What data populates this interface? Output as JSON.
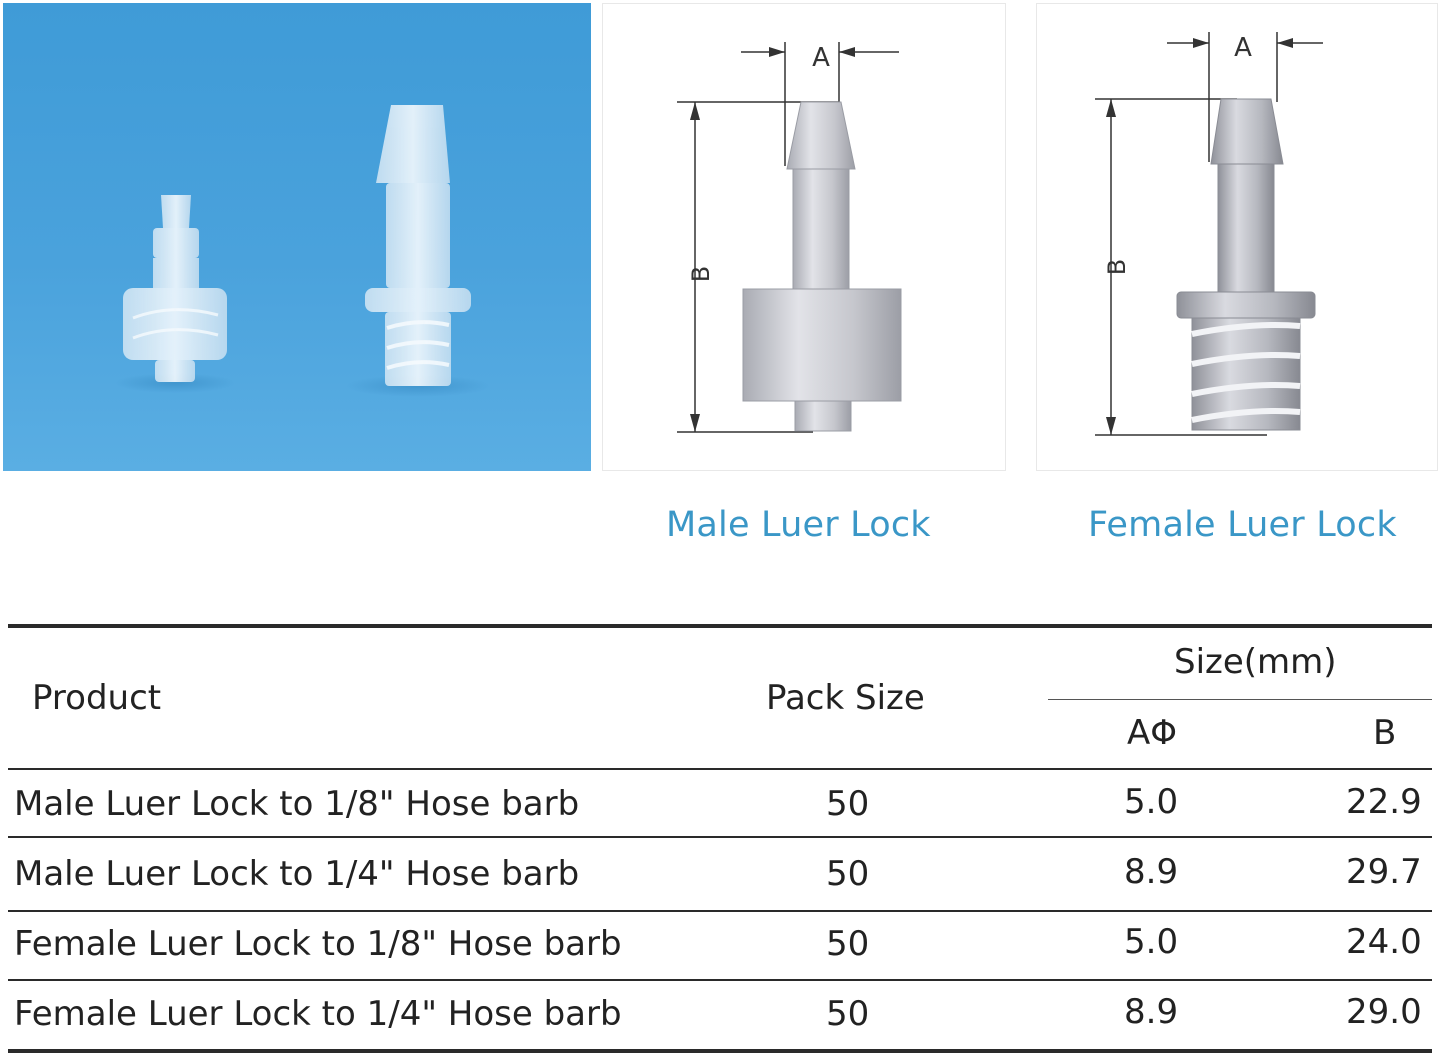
{
  "images": {
    "drawing_dimension_labels": {
      "a": "A",
      "b": "B"
    }
  },
  "captions": {
    "male": "Male Luer Lock",
    "female": "Female Luer Lock"
  },
  "table": {
    "headers": {
      "product": "Product",
      "pack_size": "Pack Size",
      "size_group": "Size(mm)",
      "a_phi": "AΦ",
      "b": "B"
    },
    "rows": [
      {
        "product": "Male Luer Lock to 1/8\" Hose barb",
        "pack_size": "50",
        "a": "5.0",
        "b": "22.9"
      },
      {
        "product": "Male Luer Lock to 1/4\" Hose barb",
        "pack_size": "50",
        "a": "8.9",
        "b": "29.7"
      },
      {
        "product": "Female Luer Lock to 1/8\" Hose barb",
        "pack_size": "50",
        "a": "5.0",
        "b": "24.0"
      },
      {
        "product": "Female Luer Lock to 1/4\" Hose barb",
        "pack_size": "50",
        "a": "8.9",
        "b": "29.0"
      }
    ]
  },
  "colors": {
    "photo_background": "#4aa2dc",
    "caption": "#3a97c7",
    "table_rule": "#2a2a2a"
  }
}
